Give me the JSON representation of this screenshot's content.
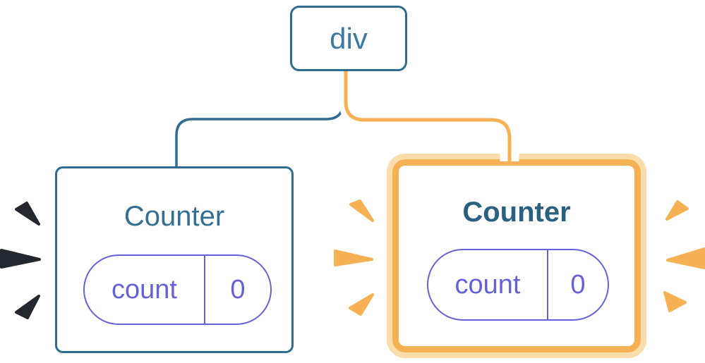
{
  "diagram": {
    "root": {
      "label": "div"
    },
    "children": [
      {
        "label": "Counter",
        "state": {
          "name": "count",
          "value": "0"
        },
        "highlighted": false
      },
      {
        "label": "Counter",
        "state": {
          "name": "count",
          "value": "0"
        },
        "highlighted": true
      }
    ]
  },
  "colors": {
    "background": "#FFFFFF",
    "blue_border": "#2E6D91",
    "blue_text": "#3A7AA4",
    "title_blue": "#336E93",
    "title_blue_bold": "#2B6180",
    "purple": "#6562D7",
    "orange": "#F6B155",
    "orange_light": "#FBDDAB",
    "spark_dark": "#23272F"
  }
}
